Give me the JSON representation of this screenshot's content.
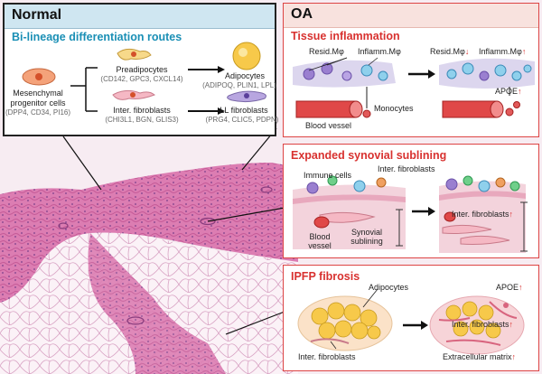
{
  "normal": {
    "header": "Normal",
    "subtitle": "Bi-lineage differentiation routes",
    "progenitor": {
      "name1": "Mesenchymal",
      "name2": "progenitor cells",
      "markers": "(DPP4, CD34, PI16)"
    },
    "preadipocytes": {
      "name": "Preadipocytes",
      "markers": "(CD142, GPC3, CXCL14)"
    },
    "adipocytes": {
      "name": "Adipocytes",
      "markers": "(ADIPOQ, PLIN1, LPL)"
    },
    "inter_fibroblasts": {
      "name": "Inter. fibroblasts",
      "markers": "(CHI3L1, BGN, GLIS3)"
    },
    "ll_fibroblasts": {
      "name": "LL fibroblasts",
      "markers": "(PRG4, CLIC5, PDPN)"
    }
  },
  "oa": {
    "header": "OA",
    "inflammation": {
      "title": "Tissue inflammation",
      "resid": "Resid.Mφ",
      "inflamm": "Inflamm.Mφ",
      "resid_after": "Resid.Mφ",
      "inflamm_after": "Inflamm.Mφ",
      "apoe": "APOE",
      "monocytes": "Monocytes",
      "vessel": "Blood vessel",
      "down_arrow": "↓",
      "up_arrow": "↑"
    },
    "synovial": {
      "title": "Expanded synovial sublining",
      "immune": "Immune cells",
      "fibro": "Inter. fibroblasts",
      "vessel1": "Blood",
      "vessel2": "vessel",
      "sublining1": "Synovial",
      "sublining2": "sublining",
      "fibro_after": "Inter. fibroblasts",
      "up_arrow": "↑"
    },
    "ipfp": {
      "title": "IPFP fibrosis",
      "adipocytes": "Adipocytes",
      "apoe": "APOE",
      "fibro_after": "Inter. fibroblasts",
      "fibro_before": "Inter. fibroblasts",
      "ecm": "Extracellular matrix",
      "up_arrow": "↑"
    }
  },
  "colors": {
    "accent_blue": "#1a8fb5",
    "accent_red": "#d8312f",
    "tissue_pink": "#d86aa6"
  }
}
